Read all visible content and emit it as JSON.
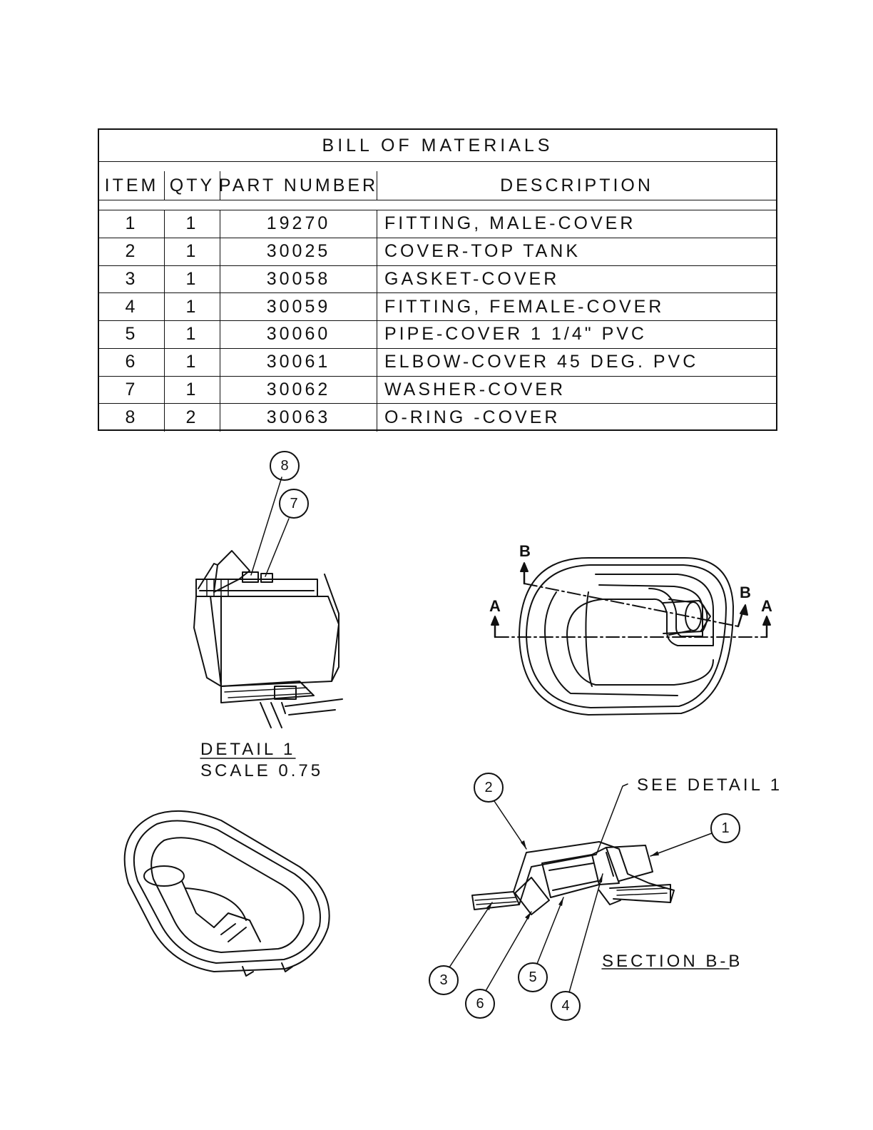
{
  "bom": {
    "title": "BILL OF MATERIALS",
    "headers": {
      "item": "ITEM",
      "qty": "QTY",
      "part": "PART NUMBER",
      "desc": "DESCRIPTION"
    },
    "rows": [
      {
        "item": "1",
        "qty": "1",
        "part": "19270",
        "desc": "FITTING, MALE-COVER"
      },
      {
        "item": "2",
        "qty": "1",
        "part": "30025",
        "desc": "COVER-TOP TANK"
      },
      {
        "item": "3",
        "qty": "1",
        "part": "30058",
        "desc": "GASKET-COVER"
      },
      {
        "item": "4",
        "qty": "1",
        "part": "30059",
        "desc": "FITTING, FEMALE-COVER"
      },
      {
        "item": "5",
        "qty": "1",
        "part": "30060",
        "desc": "PIPE-COVER 1 1/4\" PVC"
      },
      {
        "item": "6",
        "qty": "1",
        "part": "30061",
        "desc": "ELBOW-COVER 45 DEG. PVC"
      },
      {
        "item": "7",
        "qty": "1",
        "part": "30062",
        "desc": "WASHER-COVER"
      },
      {
        "item": "8",
        "qty": "2",
        "part": "30063",
        "desc": "O-RING -COVER"
      }
    ]
  },
  "detail": {
    "title": "DETAIL 1",
    "scale": "SCALE 0.75"
  },
  "section": {
    "title": "SECTION B-B",
    "see_detail": "SEE DETAIL 1"
  },
  "section_markers": {
    "a": "A",
    "b": "B"
  },
  "balloons": {
    "b1": "1",
    "b2": "2",
    "b3": "3",
    "b4": "4",
    "b5": "5",
    "b6": "6",
    "b7": "7",
    "b8": "8"
  }
}
